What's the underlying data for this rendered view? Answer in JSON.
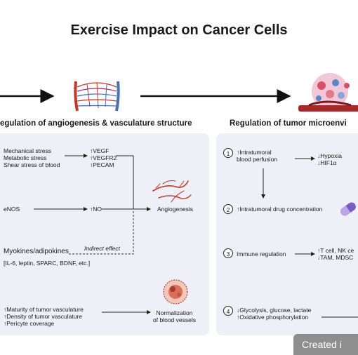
{
  "title": "Exercise Impact on Cancer Cells",
  "left_section": {
    "heading": "egulation of angiogenesis & vasculature structure",
    "stress_lines": [
      "Mechanical stress",
      "Metabolic stress",
      "Shear stress of blood"
    ],
    "vegf_lines": [
      "↑VEGF",
      "↑VEGFR2",
      "↑PECAM"
    ],
    "enos": "eNOS",
    "no": "↑NO",
    "angiogenesis": "Angiogenesis",
    "myokines": "Myokines/adipokines",
    "myokines_list": "[IL-6, leptin, SPARC, BDNF, etc.]",
    "indirect": "Indirect effect",
    "maturity_lines": [
      "↑Maturity of tumor vasculature",
      "↑Density of tumor vasculature",
      "↑Pericyte coverage"
    ],
    "normalization_lines": [
      "Normalization",
      "of blood vessels"
    ]
  },
  "right_section": {
    "heading": "Regulation of tumor microenvi",
    "items": [
      {
        "num": "1",
        "lines": [
          "↑Intratumoral",
          "blood perfusion"
        ],
        "result": [
          "↓Hypoxia",
          "↓HIF1α"
        ]
      },
      {
        "num": "2",
        "lines": [
          "↑Intratumoral drug concentration"
        ]
      },
      {
        "num": "3",
        "lines": [
          "Immune regulation"
        ],
        "result": [
          "↑T cell, NK ce",
          "↓TAM, MDSC"
        ]
      },
      {
        "num": "4",
        "lines": [
          "↓Glycolysis, glucose, lactate",
          "↑Oxidative phosphorylation"
        ]
      }
    ]
  },
  "watermark": "Created i",
  "colors": {
    "vessel_red": "#c0392b",
    "vessel_blue": "#4a6fb5",
    "panel_bg": "#efeff8",
    "pill_purple": "#7b5cc4"
  }
}
